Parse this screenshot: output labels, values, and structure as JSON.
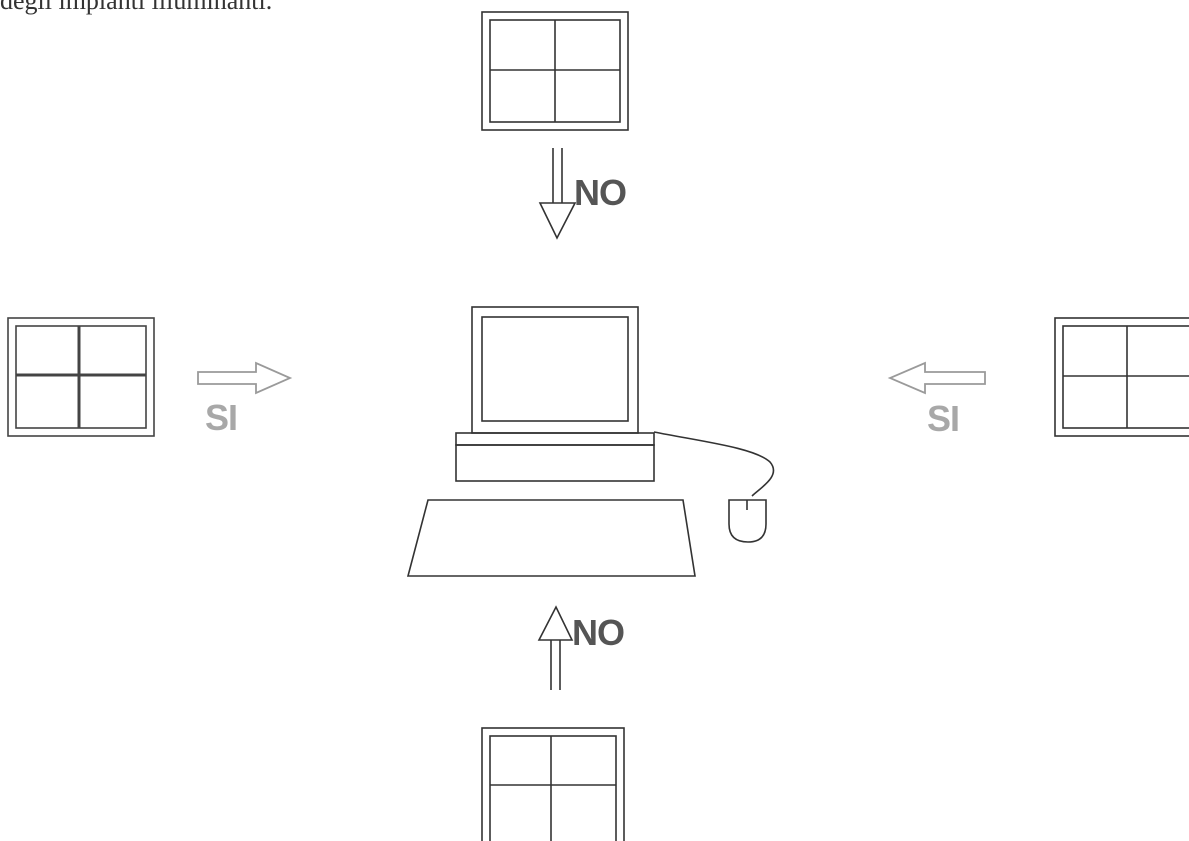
{
  "page": {
    "text_fragment": "degli impianti illuminanti."
  },
  "diagram": {
    "labels": {
      "top": "NO",
      "bottom": "NO",
      "left": "SI",
      "right": "SI"
    },
    "colors": {
      "no_label": "#555555",
      "si_label": "#a8a8a8",
      "line": "#333333",
      "si_arrow": "#9a9a9a"
    },
    "elements": [
      "window-top",
      "window-bottom",
      "window-left",
      "window-right",
      "computer"
    ]
  }
}
